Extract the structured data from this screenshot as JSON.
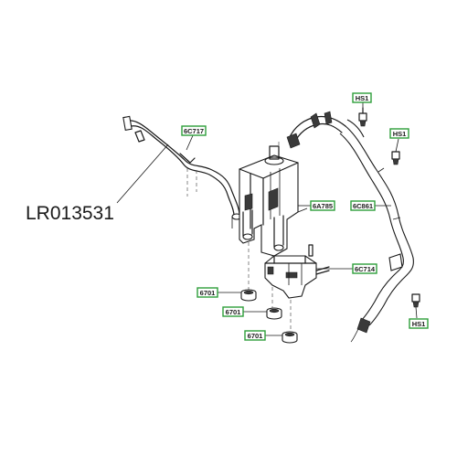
{
  "part_number": "LR013531",
  "callouts": {
    "c6C717": "6C717",
    "c6A785": "6A785",
    "c6C861": "6C861",
    "c6C714": "6C714",
    "c6701a": "6701",
    "c6701b": "6701",
    "c6701c": "6701",
    "hs1a": "HS1",
    "hs1b": "HS1",
    "hs1c": "HS1"
  },
  "colors": {
    "callout_border": "#2e9e3a",
    "line": "#1a1a1a"
  }
}
